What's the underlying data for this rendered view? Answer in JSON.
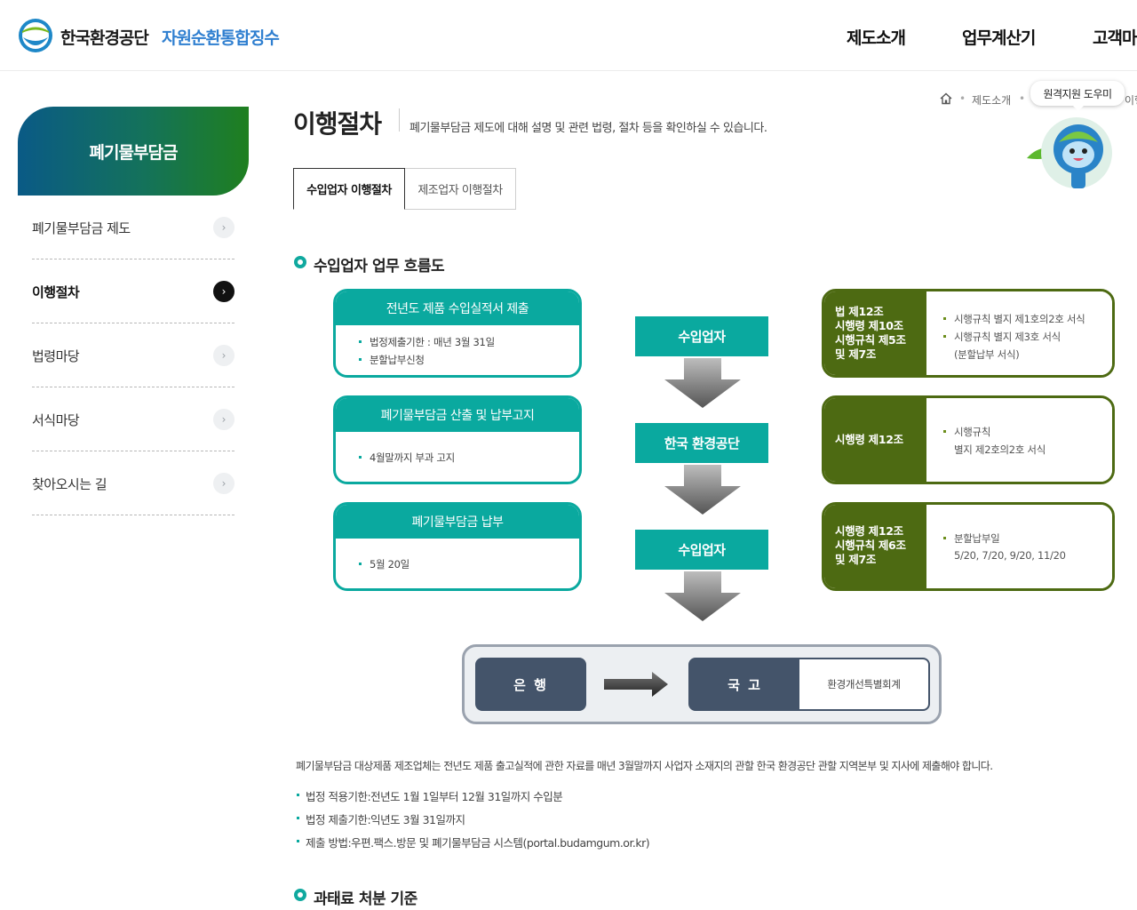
{
  "header": {
    "org_name": "한국환경공단",
    "service_name": "자원순환통합징수",
    "nav": [
      "제도소개",
      "업무계산기",
      "고객마당"
    ]
  },
  "sidebar": {
    "title": "폐기물부담금",
    "items": [
      {
        "label": "폐기물부담금 제도",
        "active": false
      },
      {
        "label": "이행절차",
        "active": true
      },
      {
        "label": "법령마당",
        "active": false
      },
      {
        "label": "서식마당",
        "active": false
      },
      {
        "label": "찾아오시는 길",
        "active": false
      }
    ]
  },
  "breadcrumb": {
    "home_icon": "home-icon",
    "items": [
      "제도소개",
      "이행절차"
    ]
  },
  "mascot": {
    "bubble": "원격지원 도우미"
  },
  "page": {
    "title": "이행절차",
    "description": "폐기물부담금 제도에 대해 설명 및 관련 법령, 절차 등을 확인하실 수 있습니다."
  },
  "tabs": [
    {
      "label": "수입업자 이행절차",
      "active": true
    },
    {
      "label": "제조업자 이행절차",
      "active": false
    }
  ],
  "section1": {
    "title": "수입업자 업무 흐름도",
    "steps": [
      {
        "title": "전년도 제품 수입실적서 제출",
        "items": [
          "법정제출기한 : 매년 3월 31일",
          "분할납부신청"
        ]
      },
      {
        "title": "폐기물부담금 산출 및 납부고지",
        "items": [
          "4월말까지 부과 고지"
        ]
      },
      {
        "title": "폐기물부담금 납부",
        "items": [
          "5월 20일"
        ]
      }
    ],
    "actors": [
      "수입업자",
      "한국 환경공단",
      "수입업자"
    ],
    "laws": [
      {
        "lines": [
          "법 제12조",
          "시행령 제10조",
          "시행규칙 제5조",
          "및 제7조"
        ],
        "items": [
          "시행규칙 별지 제1호의2호 서식",
          "시행규칙 별지 제3호 서식",
          "(분할납부 서식)"
        ]
      },
      {
        "lines": [
          "시행령 제12조"
        ],
        "items": [
          "시행규칙",
          "별지 제2호의2호 서식"
        ]
      },
      {
        "lines": [
          "시행령 제12조",
          "시행규칙 제6조",
          "및 제7조"
        ],
        "items": [
          "분할납부일",
          "5/20, 7/20, 9/20, 11/20"
        ]
      }
    ],
    "bank": "은 행",
    "treasury": "국 고",
    "treasury_account": "환경개선특별회계"
  },
  "notes": {
    "paragraph": "폐기물부담금 대상제품 제조업체는 전년도 제품 출고실적에 관한 자료를 매년 3월말까지 사업자 소재지의 관할 한국 환경공단 관할 지역본부 및 지사에 제출해야 합니다.",
    "items": [
      "법정 적용기한:전년도 1월 1일부터 12월 31일까지 수입분",
      "법정 제출기한:익년도 3월 31일까지",
      "제출 방법:우편.팩스.방문 및 폐기물부담금 시스템(portal.budamgum.or.kr)"
    ]
  },
  "section2": {
    "title": "과태료 처분 기준"
  },
  "colors": {
    "teal": "#0aa99f",
    "olive": "#4d6a12",
    "slate": "#44546a",
    "brand_blue": "#2f7fd0"
  }
}
